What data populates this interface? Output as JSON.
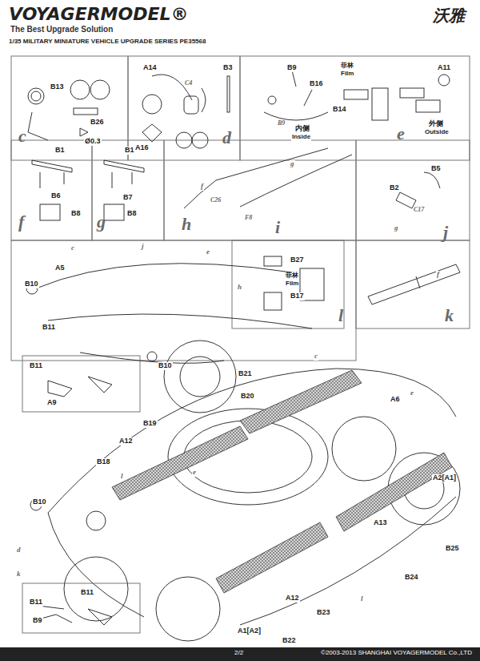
{
  "diagram": {
    "title": "1/35 MILITARY MINIATURE VEHICLE UPGRADE SERIES PE35568",
    "caption": "2/2",
    "labels": [
      "VOYAGERMODEL®",
      "The Best Upgrade Solution",
      "沃雅",
      "B13",
      "B26",
      "Ø0.3",
      "c",
      "A14",
      "B3",
      "C4",
      "A16",
      "d",
      "B9",
      "B16",
      "B9",
      "内侧",
      "Inside",
      "菲林",
      "Film",
      "A11",
      "B14",
      "e",
      "外侧",
      "Outside",
      "B1",
      "B6",
      "B8",
      "f",
      "B1",
      "B7",
      "B8",
      "g",
      "f",
      "C26",
      "h",
      "g",
      "F8",
      "i",
      "B5",
      "B2",
      "C17",
      "g",
      "j",
      "c",
      "A5",
      "B10",
      "j",
      "e",
      "h",
      "B11",
      "B11",
      "A9",
      "B10",
      "B27",
      "菲林",
      "Film",
      "B17",
      "l",
      "f",
      "k",
      "B21",
      "c",
      "B20",
      "A6",
      "e",
      "B19",
      "A12",
      "B18",
      "l",
      "e",
      "B10",
      "d",
      "k",
      "B11",
      "B11",
      "B9",
      "A2[A1]",
      "B25",
      "B24",
      "A13",
      "A12",
      "B23",
      "l",
      "A1[A2]",
      "B22",
      "©2003-2013 SHANGHAI VOYAGERMODEL Co.,LTD"
    ]
  }
}
